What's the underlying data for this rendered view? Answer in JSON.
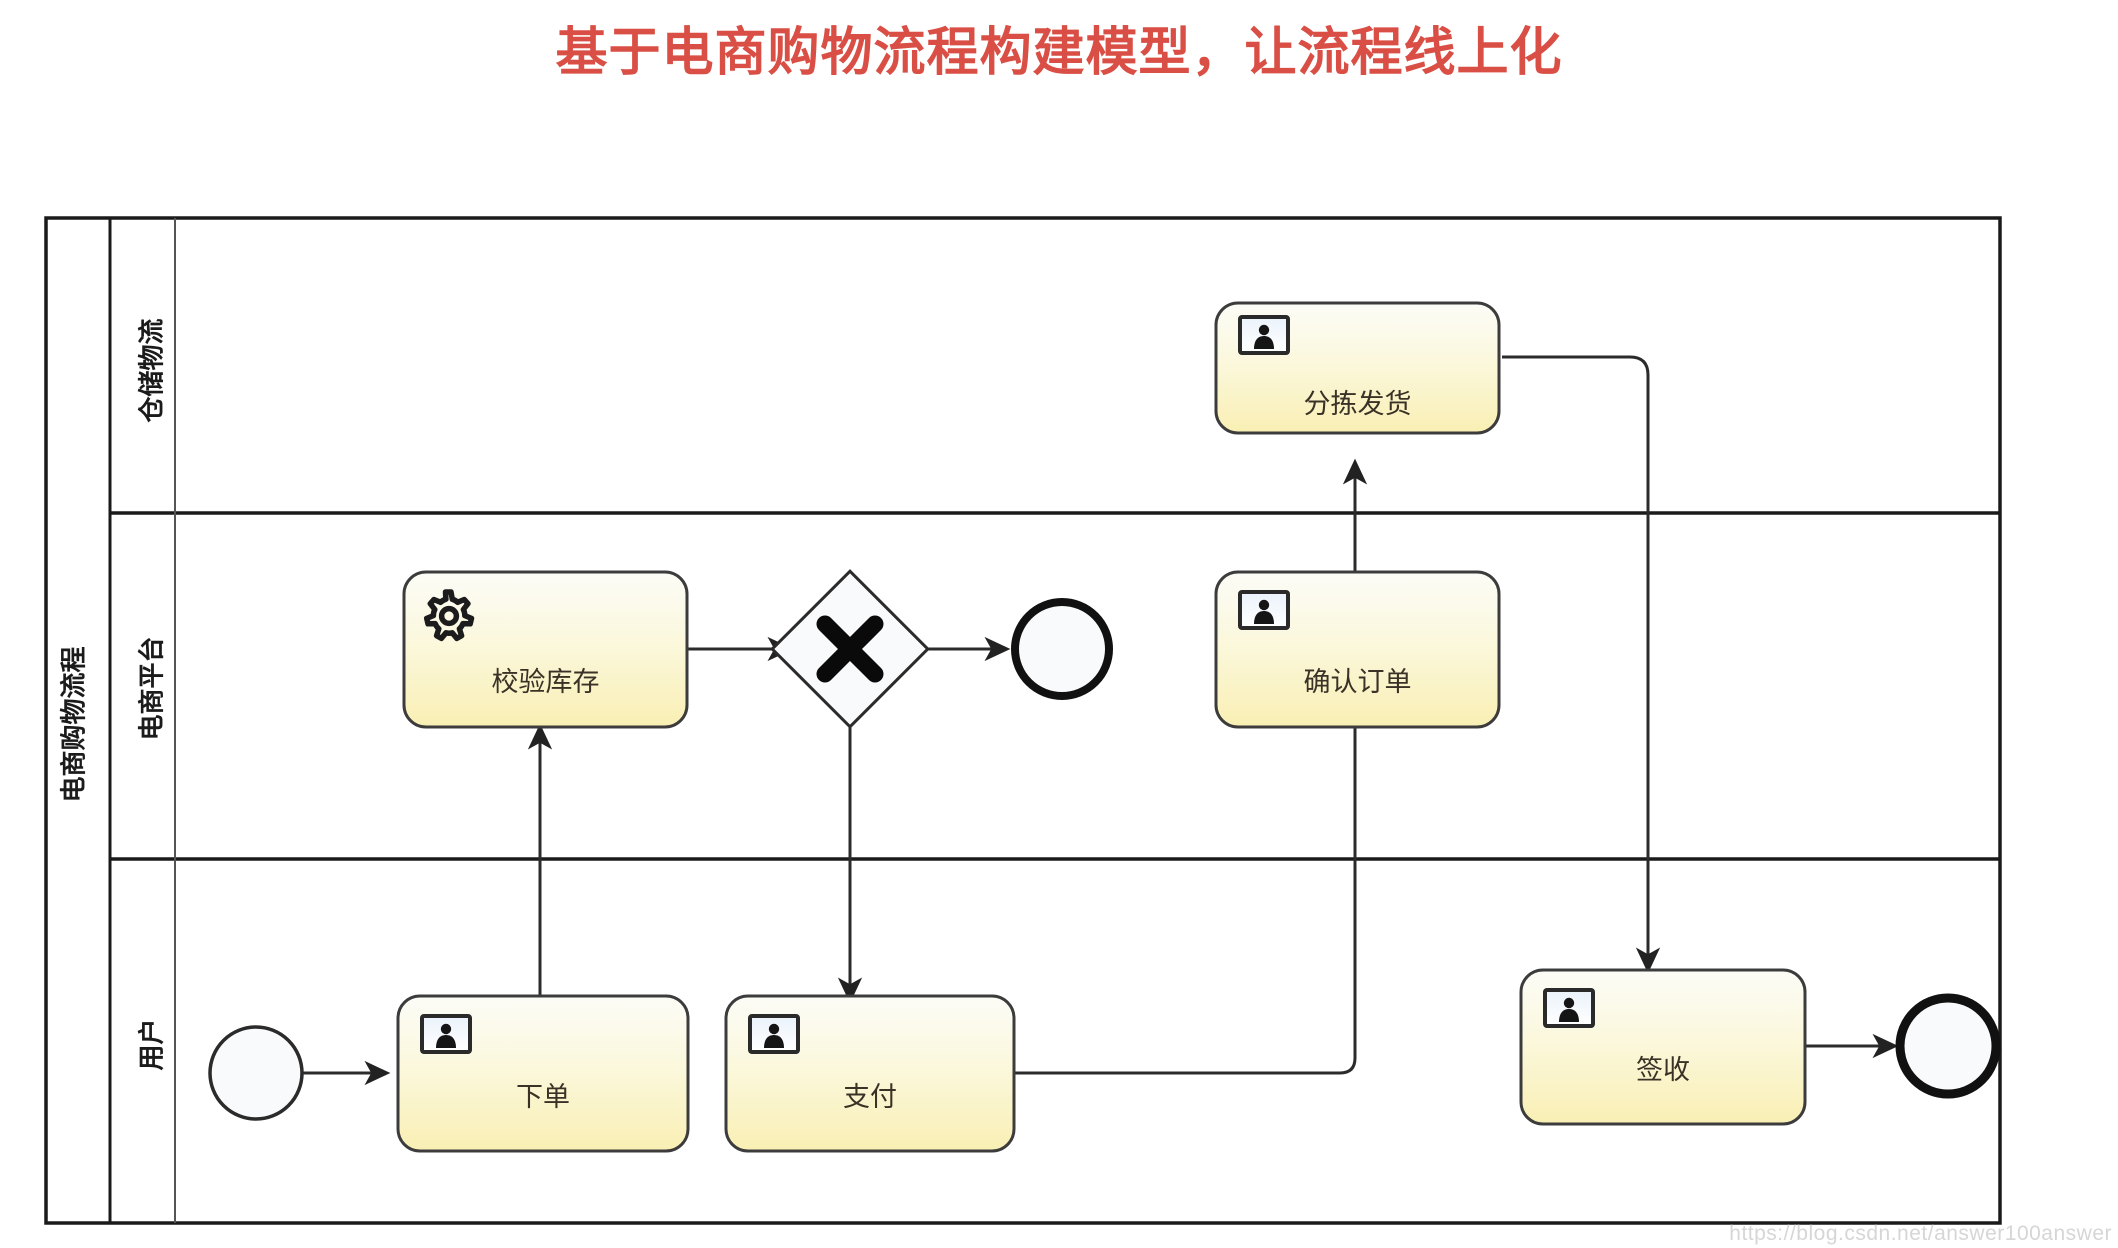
{
  "title": "基于电商购物流程构建模型，让流程线上化",
  "colors": {
    "title": "#d94f45",
    "task_fill_top": "#fdfdf5",
    "task_fill_bottom": "#fbf3bf",
    "task_stroke": "#3c3c3c",
    "lane_stroke": "#1a1a1a",
    "event_stroke": "#2b2b2b",
    "connector": "#2b2b2b",
    "watermark": "#d6d6d6"
  },
  "pool": {
    "label": "电商购物流程",
    "lanes": [
      {
        "id": "lane-warehouse",
        "label": "仓储物流"
      },
      {
        "id": "lane-platform",
        "label": "电商平台"
      },
      {
        "id": "lane-user",
        "label": "用户"
      }
    ]
  },
  "nodes": [
    {
      "id": "start-event",
      "type": "start-event",
      "label": "",
      "lane": "lane-user"
    },
    {
      "id": "task-place-order",
      "type": "user-task",
      "label": "下单",
      "icon": "user-task-icon",
      "lane": "lane-user"
    },
    {
      "id": "task-pay",
      "type": "user-task",
      "label": "支付",
      "icon": "user-task-icon",
      "lane": "lane-user"
    },
    {
      "id": "task-check-stock",
      "type": "service-task",
      "label": "校验库存",
      "icon": "gear-icon",
      "lane": "lane-platform"
    },
    {
      "id": "gateway-exclusive",
      "type": "exclusive-gateway",
      "label": "",
      "icon": "x-gateway-icon",
      "lane": "lane-platform"
    },
    {
      "id": "end-event-platform",
      "type": "end-event",
      "label": "",
      "lane": "lane-platform"
    },
    {
      "id": "task-confirm-order",
      "type": "user-task",
      "label": "确认订单",
      "icon": "user-task-icon",
      "lane": "lane-platform"
    },
    {
      "id": "task-sort-ship",
      "type": "user-task",
      "label": "分拣发货",
      "icon": "user-task-icon",
      "lane": "lane-warehouse"
    },
    {
      "id": "task-receive",
      "type": "user-task",
      "label": "签收",
      "icon": "user-task-icon",
      "lane": "lane-user"
    },
    {
      "id": "end-event-user",
      "type": "end-event",
      "label": "",
      "lane": "lane-user"
    }
  ],
  "flows": [
    {
      "from": "start-event",
      "to": "task-place-order",
      "label": ""
    },
    {
      "from": "task-place-order",
      "to": "task-check-stock",
      "label": ""
    },
    {
      "from": "task-check-stock",
      "to": "gateway-exclusive",
      "label": ""
    },
    {
      "from": "gateway-exclusive",
      "to": "end-event-platform",
      "label": ""
    },
    {
      "from": "gateway-exclusive",
      "to": "task-pay",
      "label": ""
    },
    {
      "from": "task-pay",
      "to": "task-confirm-order",
      "label": ""
    },
    {
      "from": "task-confirm-order",
      "to": "task-sort-ship",
      "label": ""
    },
    {
      "from": "task-sort-ship",
      "to": "task-receive",
      "label": ""
    },
    {
      "from": "task-receive",
      "to": "end-event-user",
      "label": ""
    }
  ],
  "watermark": "https://blog.csdn.net/answer100answer"
}
